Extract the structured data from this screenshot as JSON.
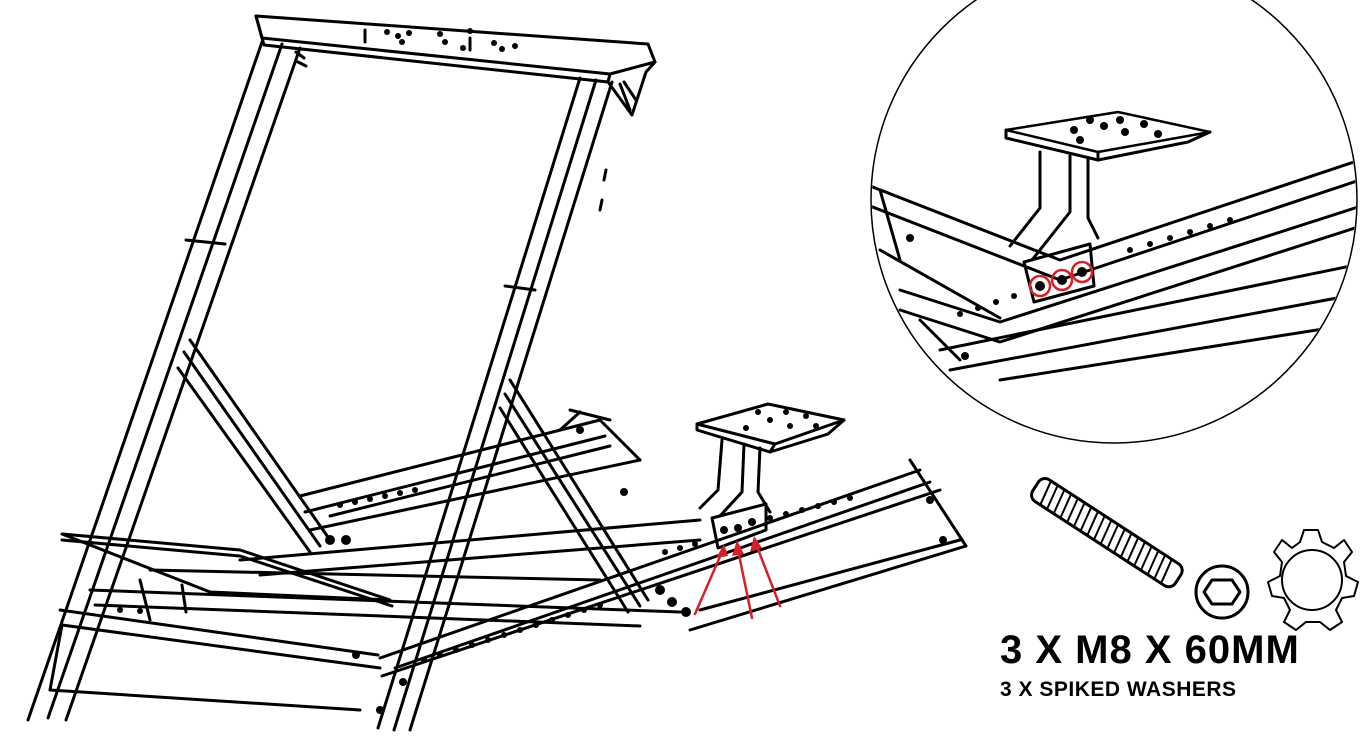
{
  "figure": {
    "accent_color": "#d62027",
    "line_color": "#000000",
    "background": "#ffffff"
  },
  "hardware": {
    "bolt_label": "3 X M8 X 60MM",
    "washer_label": "3 X SPIKED WASHERS",
    "bolt_icon": "hex-socket-bolt-icon",
    "washer_icon": "spiked-washer-icon"
  },
  "callouts": {
    "arrow_count": 3,
    "circle_count": 3
  }
}
